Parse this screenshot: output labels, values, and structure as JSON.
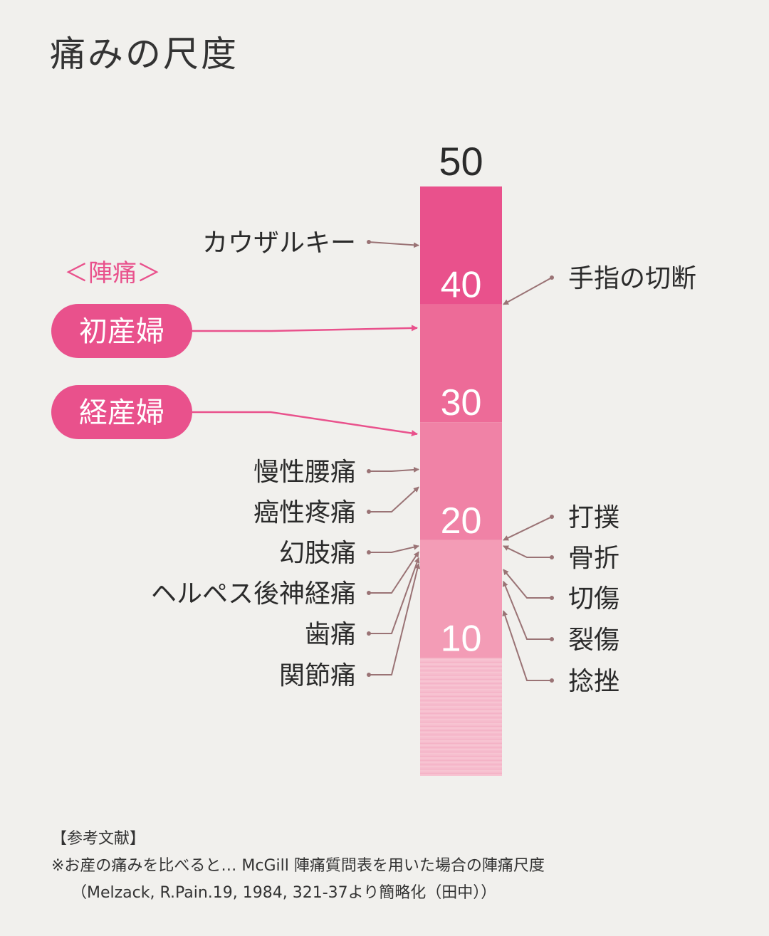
{
  "title": "痛みの尺度",
  "chart_data": {
    "type": "bar",
    "orientation": "vertical-scale",
    "title": "痛みの尺度",
    "ylim": [
      0,
      50
    ],
    "ticks": [
      {
        "value": 50,
        "label": "50"
      },
      {
        "value": 40,
        "label": "40"
      },
      {
        "value": 30,
        "label": "30"
      },
      {
        "value": 20,
        "label": "20"
      },
      {
        "value": 10,
        "label": "10"
      }
    ],
    "bands": [
      {
        "from": 40,
        "to": 50,
        "color": "#e9518c"
      },
      {
        "from": 30,
        "to": 40,
        "color": "#ed6b98"
      },
      {
        "from": 20,
        "to": 30,
        "color": "#f082a6"
      },
      {
        "from": 10,
        "to": 20,
        "color": "#f39cb6"
      },
      {
        "from": 0,
        "to": 10,
        "color": "#f6bccd",
        "hatched": true
      }
    ],
    "labor_label": "＜陣痛＞",
    "labor_pain": [
      {
        "name": "初産婦",
        "value": 38
      },
      {
        "name": "経産婦",
        "value": 29
      }
    ],
    "left_items": [
      {
        "name": "カウザルキー",
        "value": 45
      },
      {
        "name": "慢性腰痛",
        "value": 26
      },
      {
        "name": "癌性疼痛",
        "value": 24.5
      },
      {
        "name": "幻肢痛",
        "value": 19.5
      },
      {
        "name": "ヘルペス後神経痛",
        "value": 19
      },
      {
        "name": "歯痛",
        "value": 18.5
      },
      {
        "name": "関節痛",
        "value": 18
      }
    ],
    "right_items": [
      {
        "name": "手指の切断",
        "value": 40
      },
      {
        "name": "打撲",
        "value": 20
      },
      {
        "name": "骨折",
        "value": 19.5
      },
      {
        "name": "切傷",
        "value": 17.5
      },
      {
        "name": "裂傷",
        "value": 16.5
      },
      {
        "name": "捻挫",
        "value": 14
      }
    ],
    "colors": {
      "accent": "#e9518c",
      "leader": "#9a7375",
      "text": "#2b2b2b",
      "tick_on_bar": "#ffffff"
    }
  },
  "references": {
    "heading": "【参考文献】",
    "line1": "※お産の痛みを比べると… McGill 陣痛質問表を用いた場合の陣痛尺度",
    "line2": "（Melzack, R.Pain.19, 1984, 321-37より簡略化（田中））"
  }
}
